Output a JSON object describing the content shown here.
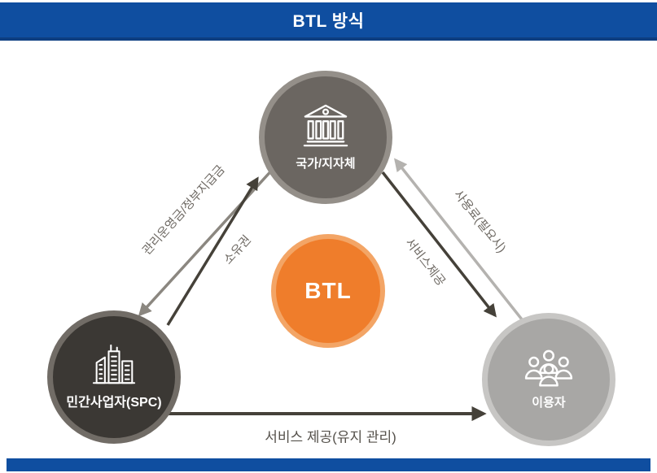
{
  "header": {
    "title": "BTL 방식",
    "bg_color": "#0F4EA0",
    "border_color": "#0D3E81",
    "text_color": "#FFFFFF"
  },
  "footer": {
    "bg_color": "#0F4EA0"
  },
  "center_node": {
    "label": "BTL",
    "fill": "#EF7D2B",
    "border": "#F3A566",
    "text_color": "#FFFFFF"
  },
  "nodes": {
    "government": {
      "label": "국가/지자체",
      "icon": "bank-icon",
      "fill": "#6B6661",
      "border": "#948F89"
    },
    "spc": {
      "label": "민간사업자(SPC)",
      "icon": "buildings-icon",
      "fill": "#3B3834",
      "border": "#716C66"
    },
    "user": {
      "label": "이용자",
      "icon": "people-icon",
      "fill": "#A8A7A5",
      "border": "#C7C6C4"
    }
  },
  "edges": {
    "mgmt_fee": {
      "label": "관리운영금/정부지급금",
      "from": "국가/지자체",
      "to": "민간사업자(SPC)",
      "color": "#8B8780"
    },
    "ownership": {
      "label": "소유권",
      "from": "민간사업자(SPC)",
      "to": "국가/지자체",
      "color": "#454139"
    },
    "usage_fee": {
      "label": "사용료(필요시)",
      "from": "이용자",
      "to": "국가/지자체",
      "color": "#B4B2AF"
    },
    "service_provide": {
      "label": "서비스제공",
      "from": "국가/지자체",
      "to": "이용자",
      "color": "#454139"
    },
    "service_maintain": {
      "label": "서비스 제공(유지 관리)",
      "from": "민간사업자(SPC)",
      "to": "이용자",
      "color": "#454139"
    }
  }
}
